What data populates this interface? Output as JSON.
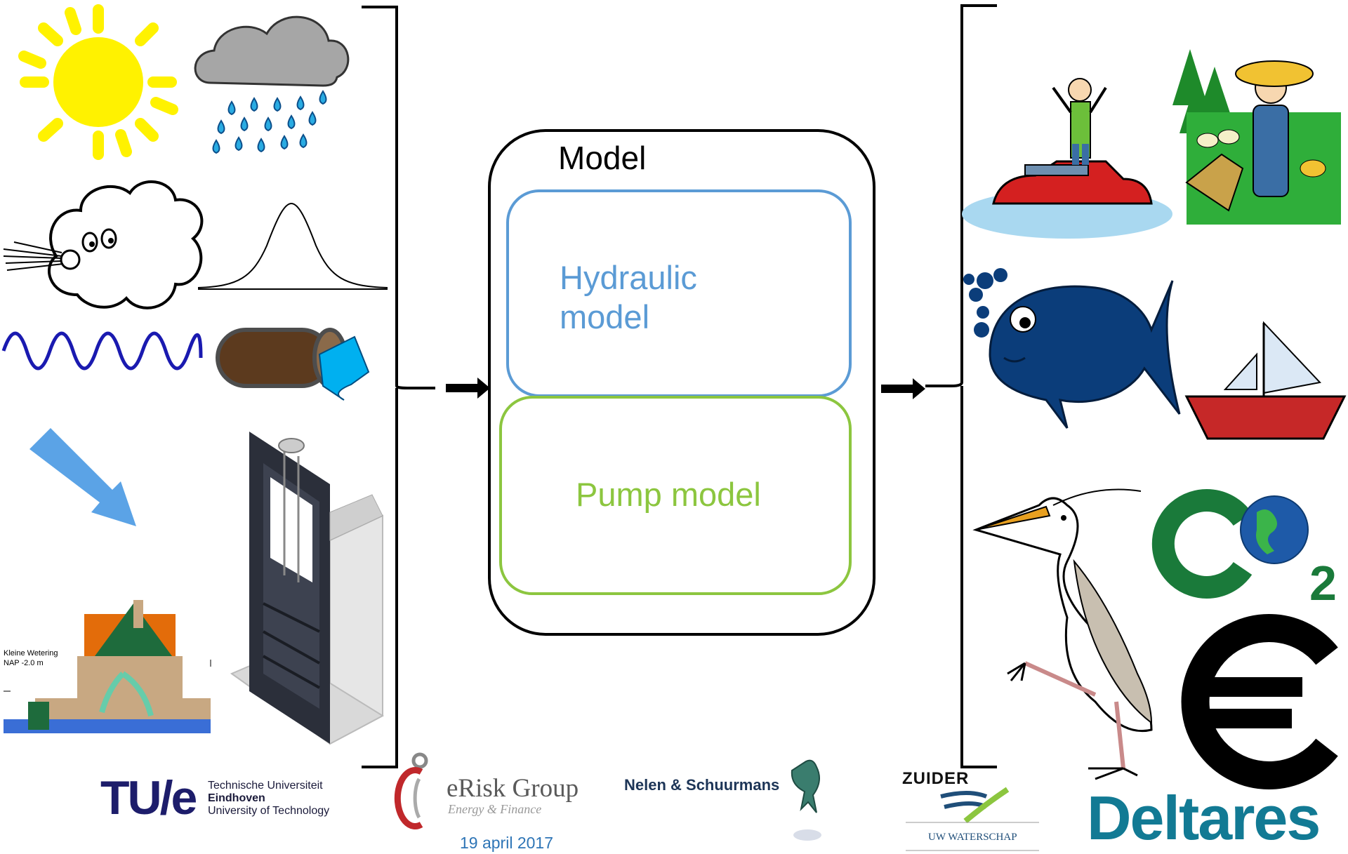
{
  "model": {
    "title": "Model",
    "hydraulic_line1": "Hydraulic",
    "hydraulic_line2": "model",
    "pump": "Pump model"
  },
  "inputs": [
    "sun-icon",
    "rain-cloud-icon",
    "wind-cloud-icon",
    "bell-curve-icon",
    "sine-wave-icon",
    "pipe-outflow-icon",
    "diagonal-arrow-icon",
    "pumping-station-icon",
    "sluice-gate-icon"
  ],
  "outputs": [
    "flooded-car-icon",
    "farmer-icon",
    "fish-icon",
    "sailboat-icon",
    "heron-icon",
    "co2-globe-icon",
    "euro-icon"
  ],
  "pumping_station": {
    "line1": "Kleine Wetering",
    "line2": "NAP -2.0 m"
  },
  "logos": {
    "tue": {
      "mark": "TU/e",
      "line1": "Technische Universiteit",
      "line2": "Eindhoven",
      "line3": "University of Technology"
    },
    "erisk": {
      "name": "eRisk Group",
      "sub": "Energy & Finance"
    },
    "nelen": "Nelen & Schuurmans",
    "zuiderzeeland": {
      "name": "ZUIDER",
      "sub": "UW WATERSCHAP"
    },
    "deltares": "Deltares"
  },
  "footer": {
    "date": "19 april 2017"
  },
  "colors": {
    "hydraulic": "#5b9bd5",
    "pump": "#8cc63f",
    "date": "#2e75b6",
    "deltares": "#127a94"
  }
}
